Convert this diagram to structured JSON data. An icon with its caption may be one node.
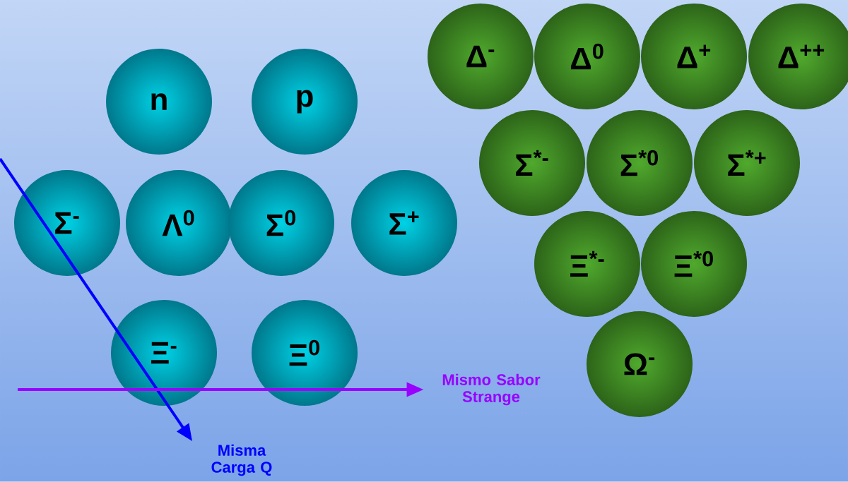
{
  "diagram": {
    "nodes": [
      {
        "text": [
          "n"
        ]
      },
      {
        "text": [
          "p"
        ]
      },
      {
        "text": [
          "Σ$^{-}$"
        ]
      },
      {
        "text": [
          "Λ$^{0}$"
        ]
      },
      {
        "text": [
          "Σ$^{0}$"
        ]
      },
      {
        "text": [
          "Σ$^{+}$"
        ]
      },
      {
        "text": [
          "Ξ$^{-}$"
        ]
      },
      {
        "text": [
          "Ξ$^{0}$"
        ]
      },
      {
        "text": [
          "Δ$^{-}$"
        ]
      },
      {
        "text": [
          "Δ$^{0}$"
        ]
      },
      {
        "text": [
          "Δ$^{+}$"
        ]
      },
      {
        "text": [
          "Δ$^{++}$"
        ]
      },
      {
        "text": [
          "Σ$^{*-}$"
        ]
      },
      {
        "text": [
          "Σ$^{*0}$"
        ]
      },
      {
        "text": [
          "Σ$^{*+}$"
        ]
      },
      {
        "text": [
          "Ξ$^{*-}$"
        ]
      },
      {
        "text": [
          "Ξ$^{*0}$"
        ]
      },
      {
        "text": [
          "Ω$^{-}$"
        ]
      },
      {
        "text": [
          "Misma Carga Q"
        ]
      },
      {
        "text": [
          "Mismo Sabor Strange"
        ]
      }
    ],
    "edges": [
      {
        "from": null,
        "to": 18,
        "arrow": "to",
        "color": "#0000ff"
      },
      {
        "from": null,
        "to": 19,
        "arrow": "to",
        "color": "#9900ff"
      }
    ]
  }
}
